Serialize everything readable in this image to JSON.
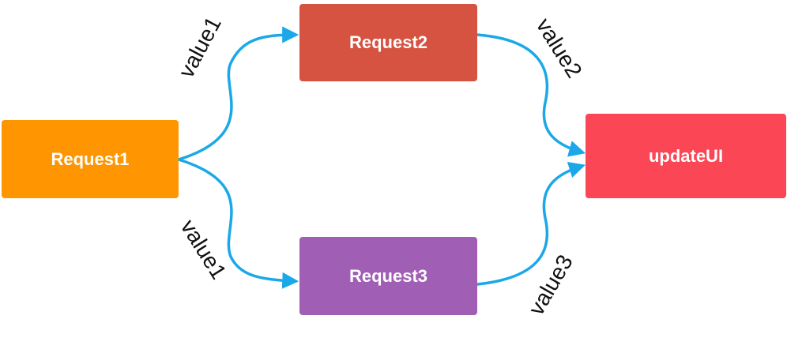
{
  "nodes": {
    "request1": {
      "label": "Request1",
      "color": "#FF9500"
    },
    "request2": {
      "label": "Request2",
      "color": "#D65341"
    },
    "request3": {
      "label": "Request3",
      "color": "#A05EB5"
    },
    "update_ui": {
      "label": "updateUI",
      "color": "#FB4656"
    }
  },
  "edges": {
    "color": "#1AA8E8",
    "r1_to_r2": "value1",
    "r2_to_ui": "value2",
    "r1_to_r3": "value1",
    "r3_to_ui": "value3"
  }
}
